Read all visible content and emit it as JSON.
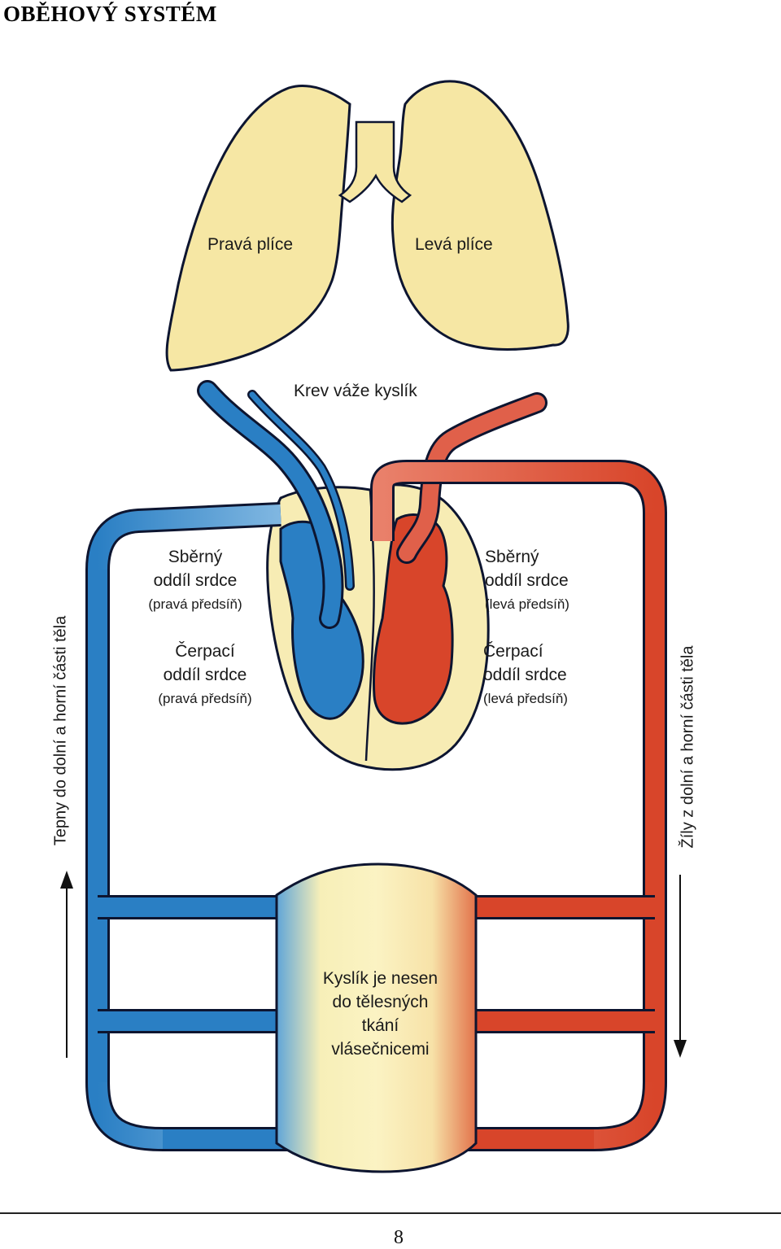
{
  "page": {
    "title": "OBĚHOVÝ SYSTÉM",
    "page_number": "8"
  },
  "lungs": {
    "right_label": "Pravá plíce",
    "left_label": "Levá plíce"
  },
  "oxygenation_label": "Krev váže kyslík",
  "heart": {
    "right_atrium": {
      "line1": "Sběrný",
      "line2": "oddíl srdce",
      "line3": "(pravá předsíň)"
    },
    "right_ventricle": {
      "line1": "Čerpací",
      "line2": "oddíl srdce",
      "line3": "(pravá předsíň)"
    },
    "left_atrium": {
      "line1": "Sběrný",
      "line2": "oddíl srdce",
      "line3": "(levá předsíň)"
    },
    "left_ventricle": {
      "line1": "Čerpací",
      "line2": "oddíl srdce",
      "line3": "(levá předsíň)"
    }
  },
  "side_labels": {
    "left": "Tepny do dolní a horní části těla",
    "right": "Žíly z dolní a horní části těla"
  },
  "capillaries": {
    "line1": "Kyslík je nesen",
    "line2": "do tělesných",
    "line3": "tkání",
    "line4": "vlásečnicemi"
  },
  "colors": {
    "deoxygenated": "#2a7fc4",
    "oxygenated": "#d8452a",
    "lung_fill": "#f6e7a4",
    "outline": "#0d1530"
  }
}
